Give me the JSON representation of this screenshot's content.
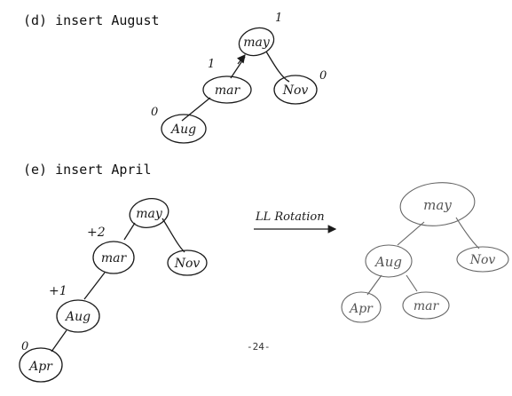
{
  "section_d": {
    "heading": "(d) insert August",
    "nodes": {
      "root": "may",
      "left": "mar",
      "right": "Nov",
      "left_left": "Aug"
    },
    "balance": {
      "root": "1",
      "left": "1",
      "right": "0",
      "left_left": "0"
    }
  },
  "section_e": {
    "heading": "(e) insert April",
    "before": {
      "nodes": {
        "root": "may",
        "left": "mar",
        "right": "Nov",
        "left_left": "Aug",
        "left_left_left": "Apr"
      },
      "balance": {
        "left": "+2",
        "left_left": "+1",
        "left_left_left": "0"
      }
    },
    "rotation_label": "LL Rotation",
    "after": {
      "nodes": {
        "root": "may",
        "left": "Aug",
        "right": "Nov",
        "left_left": "Apr",
        "left_right": "mar"
      }
    }
  },
  "footer": {
    "page_number": "-24-"
  }
}
